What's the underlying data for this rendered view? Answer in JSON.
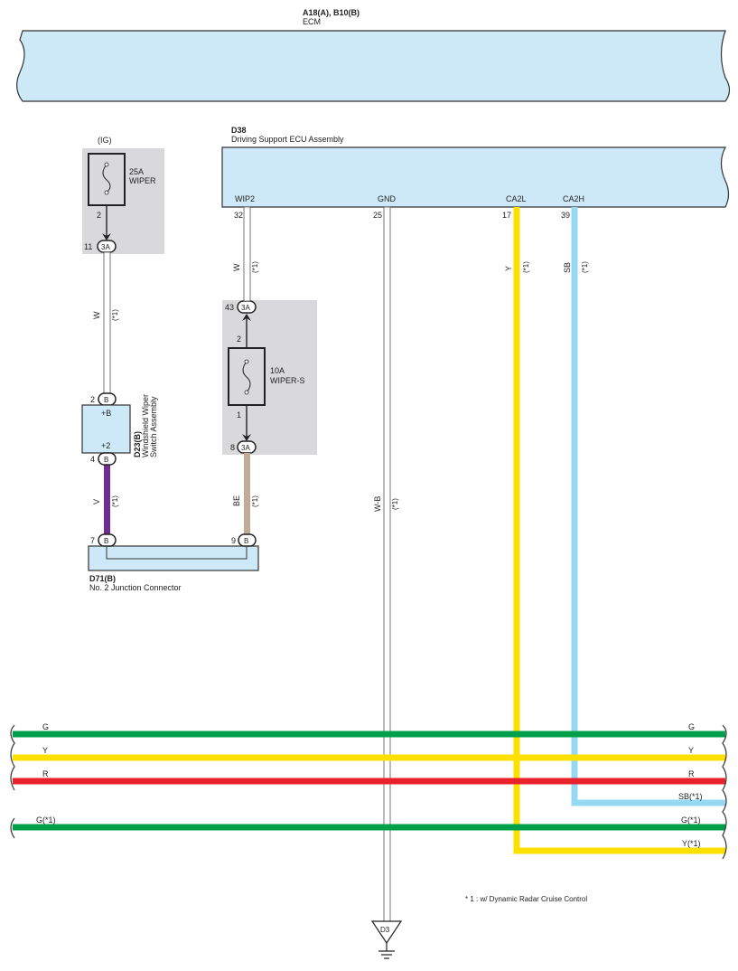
{
  "ecm": {
    "code": "A18(A), B10(B)",
    "name": "ECM"
  },
  "ecu": {
    "code": "D38",
    "name": "Driving Support ECU Assembly",
    "pins": [
      {
        "label": "WIP2",
        "pin": "32"
      },
      {
        "label": "GND",
        "pin": "25"
      },
      {
        "label": "CA2L",
        "pin": "17"
      },
      {
        "label": "CA2H",
        "pin": "39"
      }
    ]
  },
  "fuse_wiper": {
    "source": "(IG)",
    "rating": "25A",
    "name": "WIPER",
    "pin": "2",
    "connector_pin": "11",
    "connector": "3A"
  },
  "fuse_wiper_s": {
    "rating": "10A",
    "name": "WIPER-S",
    "pin_top": "2",
    "pin_bottom": "1",
    "connector_top_pin": "43",
    "connector_bottom_pin": "8",
    "connector": "3A"
  },
  "switch": {
    "code": "D23(B)",
    "name_line1": "Windshield Wiper",
    "name_line2": "Switch Assembly",
    "term_top": "+B",
    "term_bottom": "+2",
    "pin_top": "2",
    "pin_bottom": "4",
    "connector": "B"
  },
  "junction": {
    "code": "D71(B)",
    "name": "No.  2 Junction Connector",
    "pin_left": "7",
    "pin_right": "9",
    "connector": "B"
  },
  "wires": {
    "w_left": {
      "color_code": "W",
      "note": "(*1)",
      "color": "#ffffff"
    },
    "w_mid": {
      "color_code": "W",
      "note": "(*1)",
      "color": "#ffffff"
    },
    "v": {
      "color_code": "V",
      "note": "(*1)",
      "color": "#6f2c91"
    },
    "be": {
      "color_code": "BE",
      "note": "(*1)",
      "color": "#c1ab94"
    },
    "wb": {
      "color_code": "W-B",
      "note": "(*1)",
      "color": "#ffffff"
    },
    "y": {
      "color_code": "Y",
      "note": "(*1)",
      "color": "#fde000"
    },
    "sb": {
      "color_code": "SB",
      "note": "(*1)",
      "color": "#95d8f2"
    }
  },
  "bus": [
    {
      "left": "G",
      "right": "G",
      "color": "#00a04b"
    },
    {
      "left": "Y",
      "right": "Y",
      "color": "#fde000"
    },
    {
      "left": "R",
      "right": "R",
      "color": "#e8212a"
    },
    {
      "left": "",
      "right": "SB(*1)",
      "color": "#95d8f2"
    },
    {
      "left": "G(*1)",
      "right": "G(*1)",
      "color": "#00a04b"
    },
    {
      "left": "",
      "right": "Y(*1)",
      "color": "#fde000"
    }
  ],
  "ground": {
    "label": "D3"
  },
  "footnote": "* 1 : w/ Dynamic Radar Cruise Control",
  "colors": {
    "component_fill": "#cde9f8",
    "shade": "#d9d9db",
    "outline": "#333333"
  }
}
